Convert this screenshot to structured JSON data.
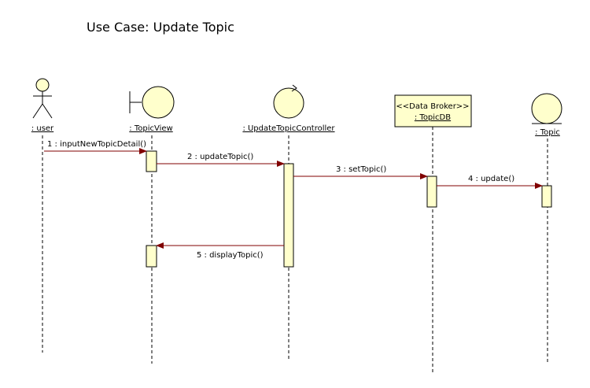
{
  "title": "Use Case: Update Topic",
  "colors": {
    "fill": "#FFFFCC",
    "stroke": "#000000",
    "arrow": "#800000",
    "background": "#FFFFFF"
  },
  "lifelines": {
    "user": {
      "label": ": user",
      "icon": "actor-icon"
    },
    "topic_view": {
      "label": ": TopicView",
      "icon": "boundary-icon"
    },
    "controller": {
      "label": ": UpdateTopicController",
      "icon": "control-icon"
    },
    "topic_db": {
      "stereotype": "<<Data Broker>>",
      "label": ": TopicDB",
      "icon": "class-box"
    },
    "topic": {
      "label": ": Topic",
      "icon": "entity-icon"
    }
  },
  "messages": [
    {
      "label": "1 : inputNewTopicDetail()",
      "from": "user",
      "to": "topic_view"
    },
    {
      "label": "2 : updateTopic()",
      "from": "topic_view",
      "to": "controller"
    },
    {
      "label": "3 : setTopic()",
      "from": "controller",
      "to": "topic_db"
    },
    {
      "label": "4 : update()",
      "from": "topic_db",
      "to": "topic"
    },
    {
      "label": "5 : displayTopic()",
      "from": "controller",
      "to": "topic_view"
    }
  ]
}
